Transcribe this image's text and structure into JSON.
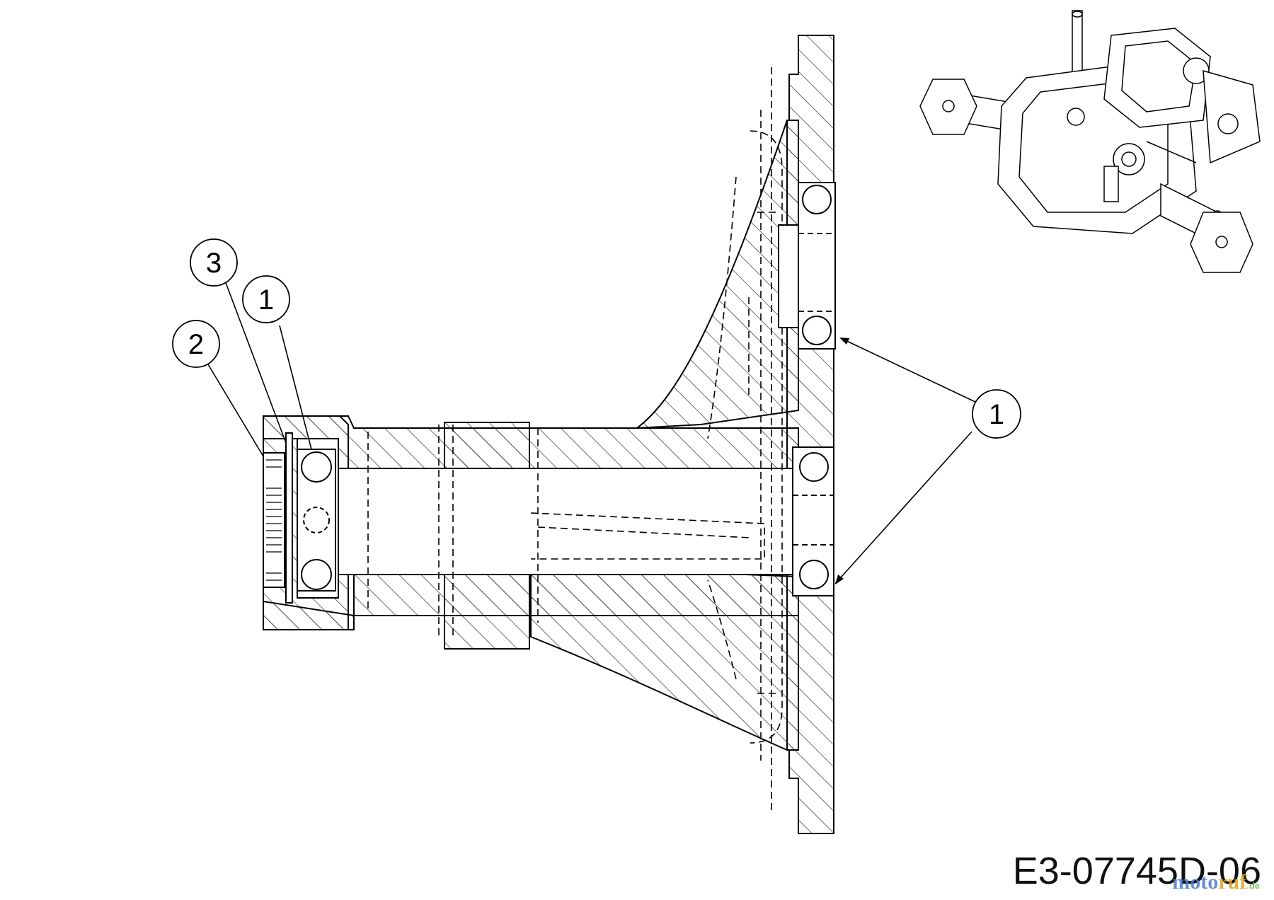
{
  "drawing": {
    "code": "E3-07745D-06",
    "watermark": {
      "part_a": "moto",
      "part_b": "ruf",
      "part_c": ".de"
    }
  },
  "callouts": [
    {
      "id": "c3",
      "label": "3"
    },
    {
      "id": "c1a",
      "label": "1"
    },
    {
      "id": "c2",
      "label": "2"
    },
    {
      "id": "c1b",
      "label": "1"
    }
  ],
  "colors": {
    "line": "#000000",
    "hatch": "#222222",
    "background": "#ffffff",
    "wm_blue": "#4b7bd1",
    "wm_orange": "#e3a21a",
    "wm_green": "#6cb44d"
  }
}
